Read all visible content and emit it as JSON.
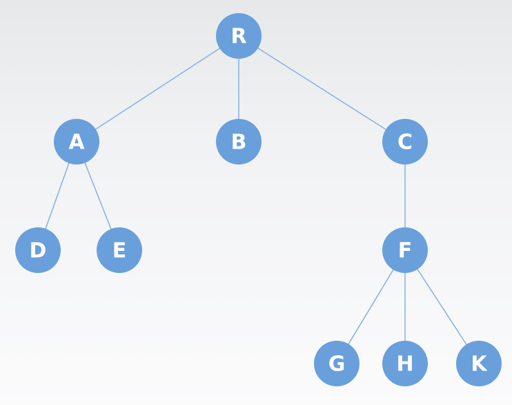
{
  "tree": {
    "nodes": [
      {
        "id": "R",
        "label": "R"
      },
      {
        "id": "A",
        "label": "A"
      },
      {
        "id": "B",
        "label": "B"
      },
      {
        "id": "C",
        "label": "C"
      },
      {
        "id": "D",
        "label": "D"
      },
      {
        "id": "E",
        "label": "E"
      },
      {
        "id": "F",
        "label": "F"
      },
      {
        "id": "G",
        "label": "G"
      },
      {
        "id": "H",
        "label": "H"
      },
      {
        "id": "K",
        "label": "K"
      }
    ],
    "edges": [
      {
        "from": "R",
        "to": "A"
      },
      {
        "from": "R",
        "to": "B"
      },
      {
        "from": "R",
        "to": "C"
      },
      {
        "from": "A",
        "to": "D"
      },
      {
        "from": "A",
        "to": "E"
      },
      {
        "from": "C",
        "to": "F"
      },
      {
        "from": "F",
        "to": "G"
      },
      {
        "from": "F",
        "to": "H"
      },
      {
        "from": "F",
        "to": "K"
      }
    ],
    "colors": {
      "node": "#699fdb",
      "edge": "#86b0df",
      "label": "#ffffff"
    }
  }
}
